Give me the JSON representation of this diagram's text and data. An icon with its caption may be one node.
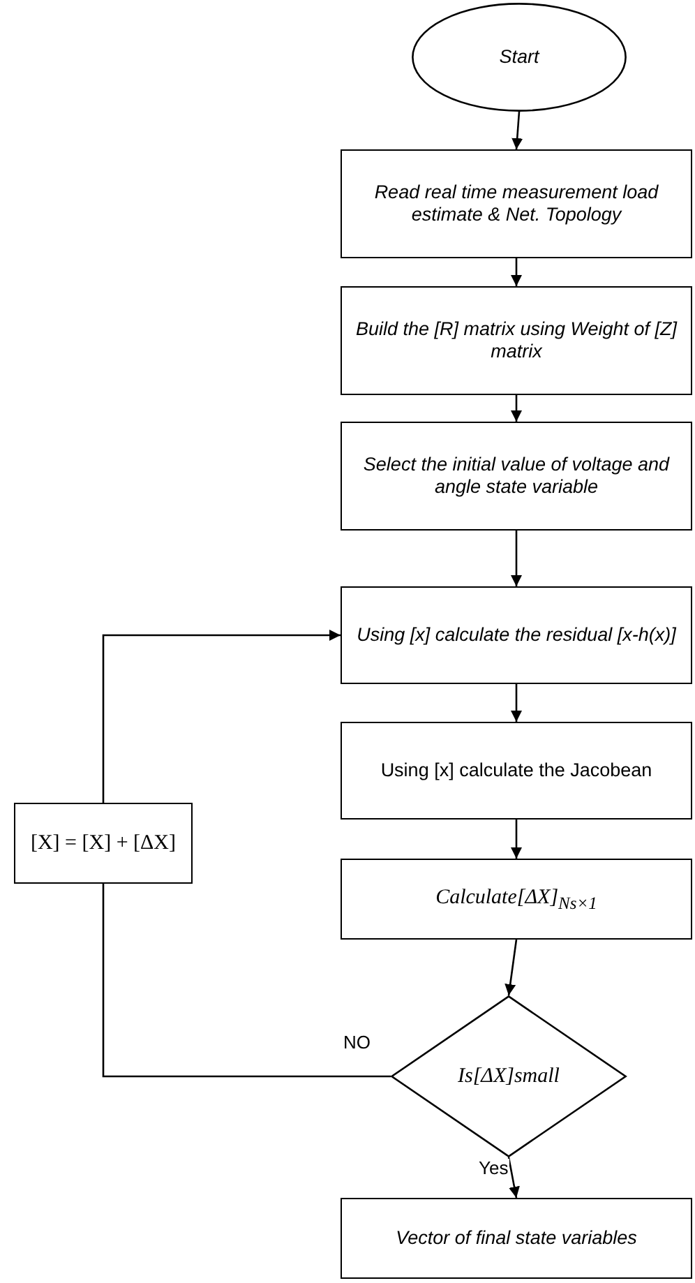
{
  "diagram": {
    "nodes": [
      {
        "text": [
          "Start"
        ]
      },
      {
        "text": [
          "Read real time measurement load estimate & Net. Topology"
        ]
      },
      {
        "text": [
          "Build the [R] matrix using Weight of [Z] matrix"
        ]
      },
      {
        "text": [
          "Select the initial value of voltage and angle state variable"
        ]
      },
      {
        "text": [
          "Using [x] calculate the residual [x-h(x)]"
        ]
      },
      {
        "text": [
          "Using [x] calculate the Jacobean"
        ]
      },
      {
        "text": [
          "Calculate[ΔX]$_{Ns×1}$"
        ]
      },
      {
        "text": [
          "Is[ΔX]small"
        ]
      },
      {
        "text": [
          "Vector of final state variables"
        ]
      },
      {
        "text": [
          "[X] = [X] + [ΔX]"
        ]
      }
    ],
    "edges": [
      {
        "from": 0,
        "to": 1,
        "arrow": "to"
      },
      {
        "from": 1,
        "to": 2,
        "arrow": "to"
      },
      {
        "from": 2,
        "to": 3,
        "arrow": "to"
      },
      {
        "from": 3,
        "to": 4,
        "arrow": "to"
      },
      {
        "from": 4,
        "to": 5,
        "arrow": "to"
      },
      {
        "from": 5,
        "to": 6,
        "arrow": "to"
      },
      {
        "from": 6,
        "to": 7,
        "arrow": "to"
      },
      {
        "from": 7,
        "to": 8,
        "arrow": "to",
        "label": "Yes"
      },
      {
        "from": 7,
        "to": 9,
        "arrow": "none",
        "label": "NO"
      },
      {
        "from": 9,
        "to": 4,
        "arrow": "to"
      }
    ]
  }
}
